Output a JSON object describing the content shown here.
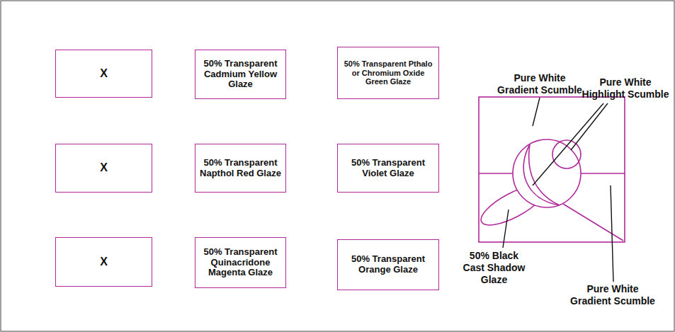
{
  "diagram": {
    "nodes": [
      {
        "text": [
          "X"
        ]
      },
      {
        "text": [
          "50% Transparent Cadmium Yellow Glaze"
        ]
      },
      {
        "text": [
          "50% Transparent Pthalo or Chromium Oxide Green Glaze"
        ]
      },
      {
        "text": [
          "X"
        ]
      },
      {
        "text": [
          "50% Transparent Napthol Red Glaze"
        ]
      },
      {
        "text": [
          "50% Transparent Violet Glaze"
        ]
      },
      {
        "text": [
          "X"
        ]
      },
      {
        "text": [
          "50% Transparent Quinacridone Magenta Glaze"
        ]
      },
      {
        "text": [
          "50% Transparent Orange Glaze"
        ]
      }
    ],
    "labels": [
      "Pure White Gradient Scumble",
      "Pure White Highlight Scumble",
      "50% Black Cast Shadow Glaze",
      "Pure White Gradient Scumble"
    ]
  }
}
